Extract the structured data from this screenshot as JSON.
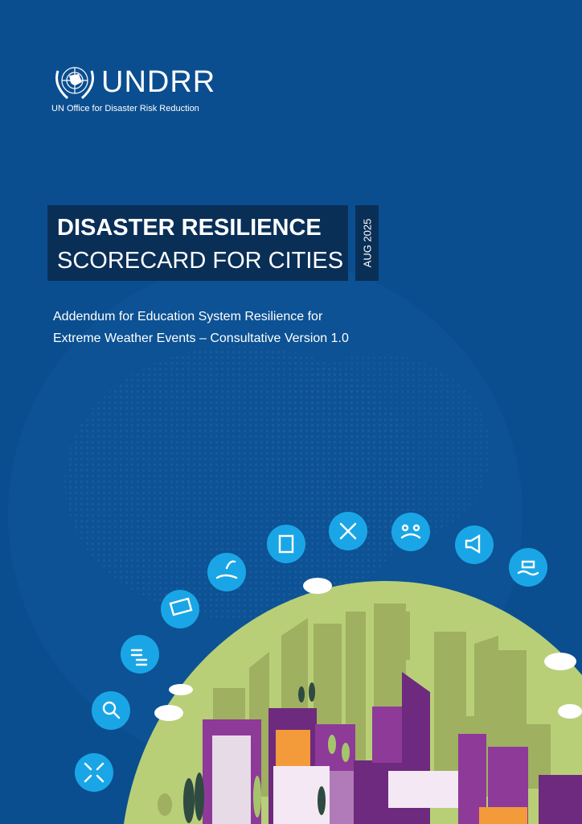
{
  "logo": {
    "name": "UNDRR",
    "subtitle": "UN Office for Disaster Risk Reduction"
  },
  "title": {
    "line1": "DISASTER RESILIENCE",
    "line2": "SCORECARD FOR CITIES"
  },
  "date": "AUG 2025",
  "subtitle": {
    "line1": "Addendum for Education System Resilience for",
    "line2": "Extreme Weather Events – Consultative Version 1.0"
  },
  "colors": {
    "background": "#0a4e90",
    "title_box": "#0a2f57",
    "icon_circle": "#1aa6e6",
    "dome": "#b8cf78",
    "purple": "#8e3a98",
    "orange": "#f39a3a"
  },
  "icons": [
    "arrows-converge-icon",
    "magnifier-globe-icon",
    "coins-icon",
    "money-icon",
    "hand-plant-icon",
    "building-checklist-icon",
    "pencil-ruler-icon",
    "people-group-icon",
    "megaphone-icon",
    "flood-house-icon"
  ]
}
